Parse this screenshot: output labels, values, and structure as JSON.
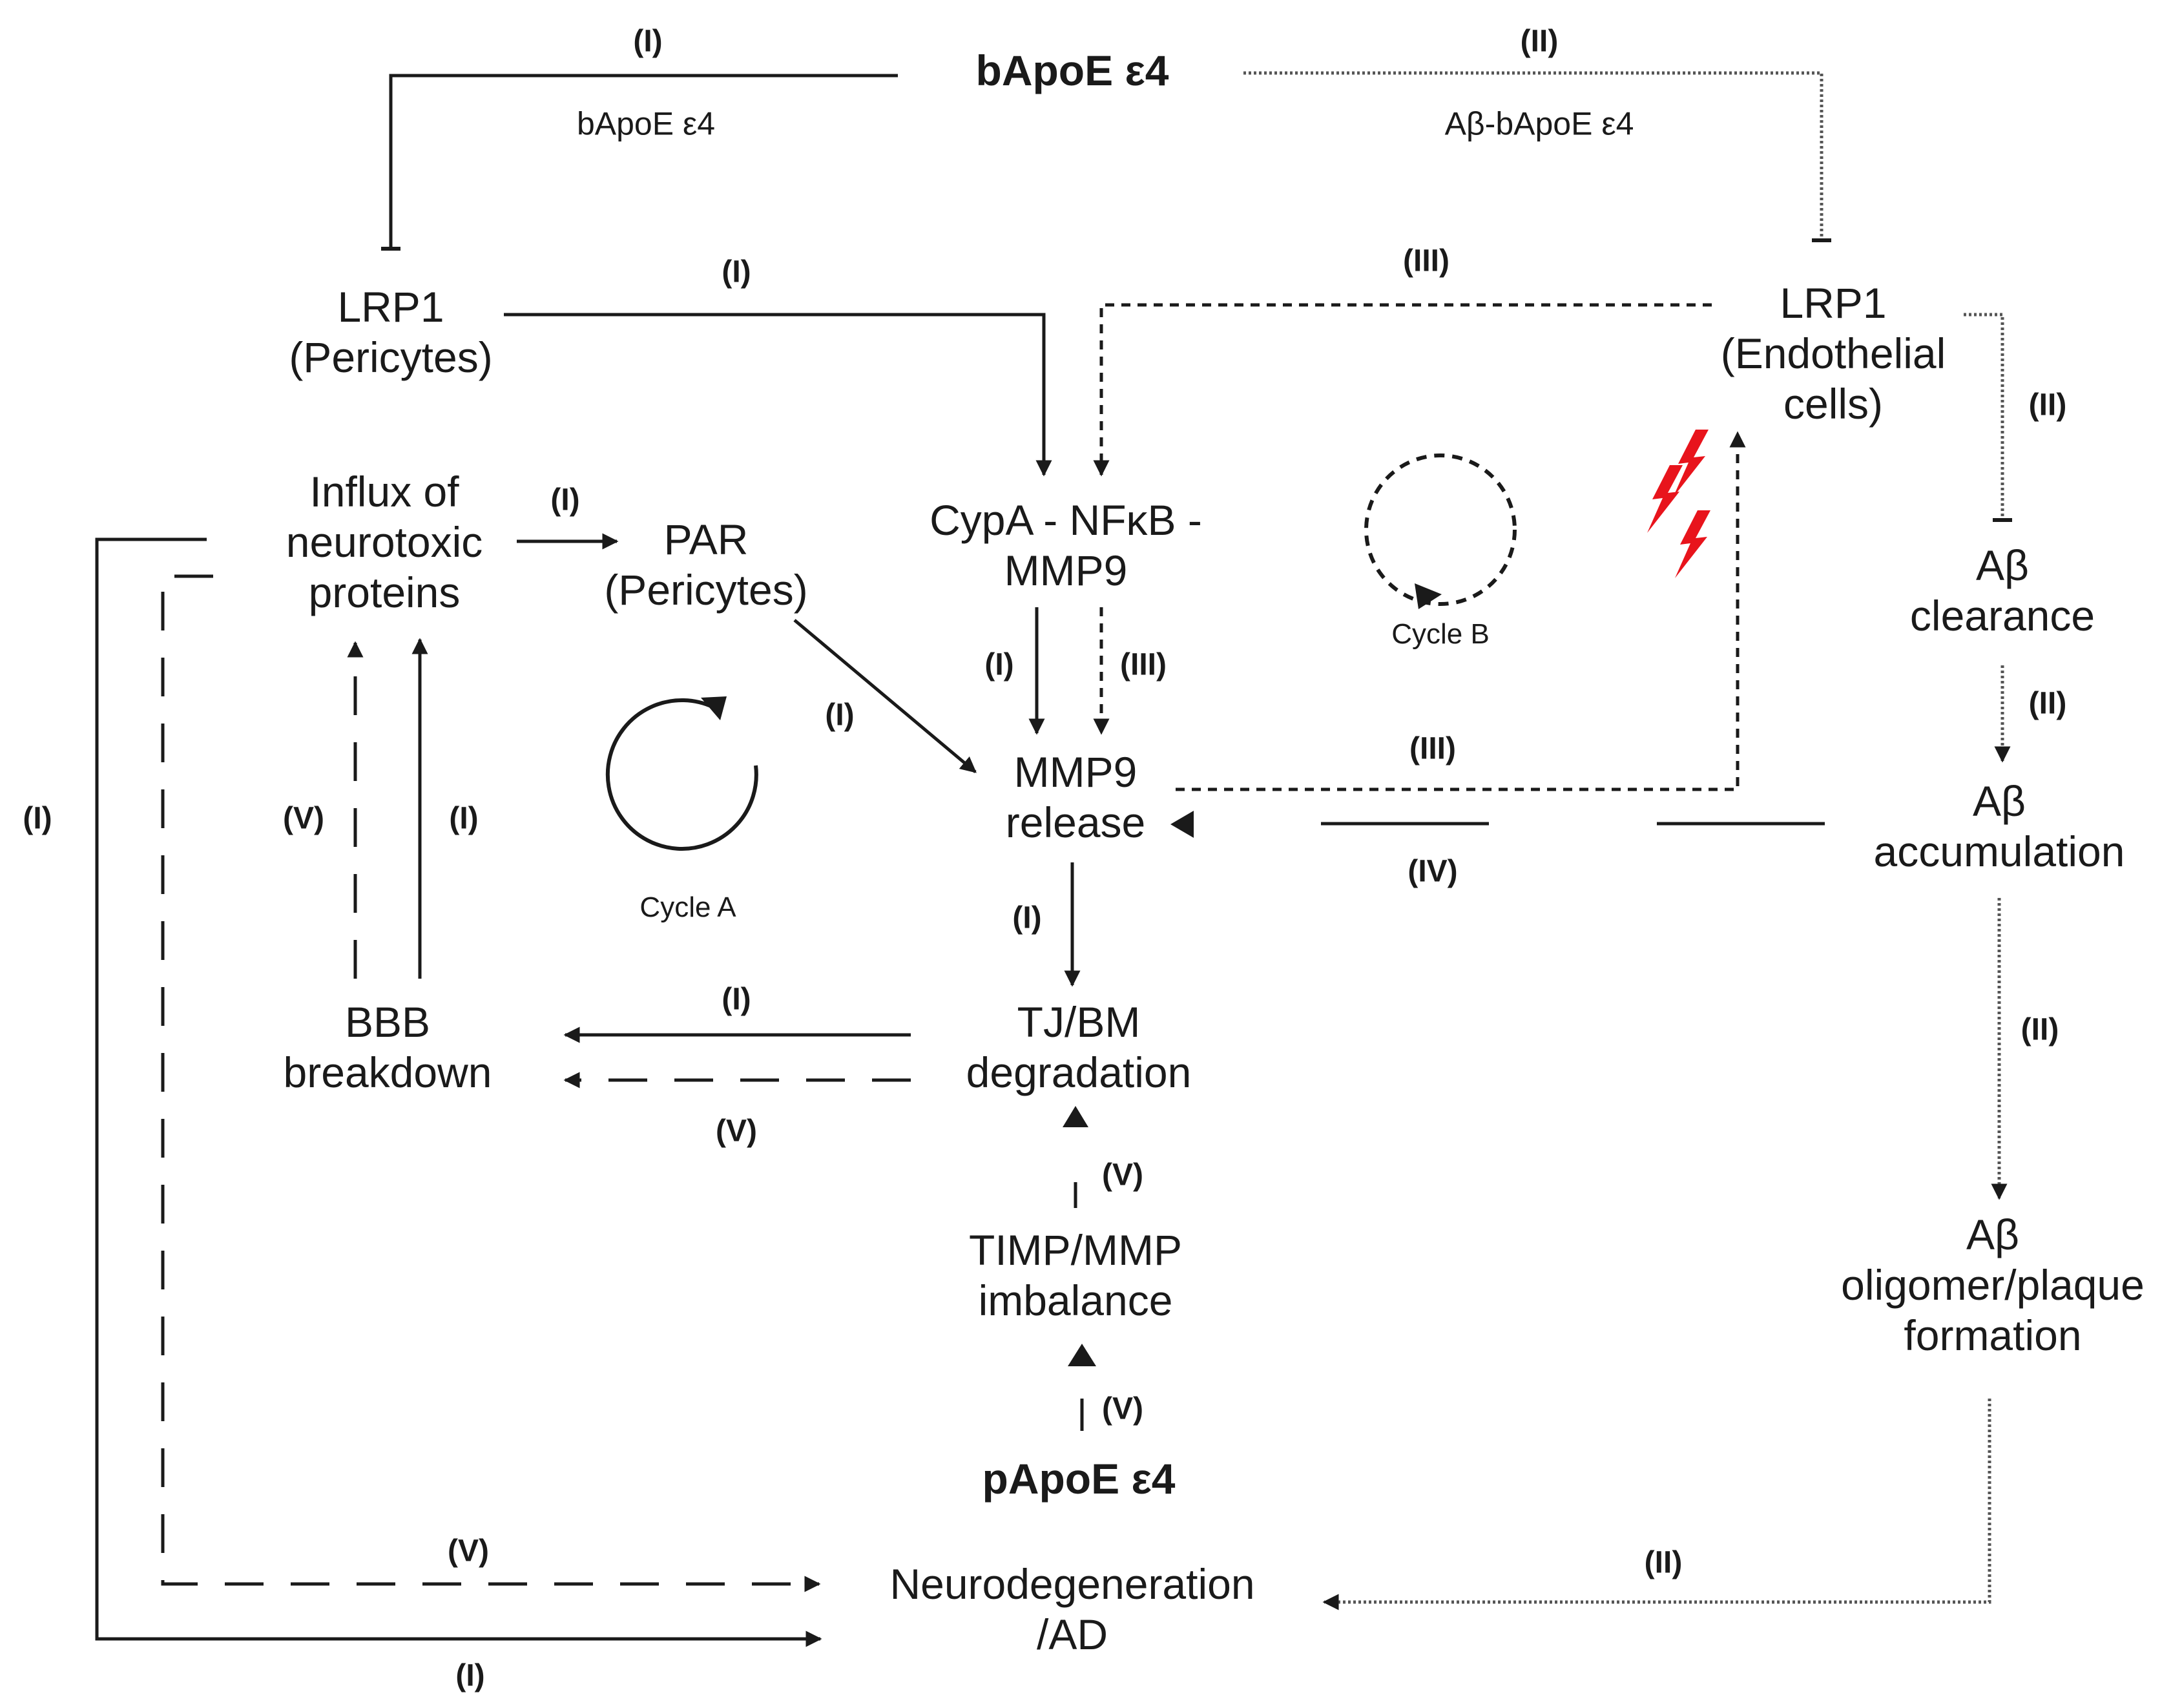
{
  "nodes": {
    "bapoe": "bApoE ε4",
    "papoe": "pApoE ε4",
    "lrp1_pericytes": "LRP1\n(Pericytes)",
    "lrp1_endothelial": "LRP1\n(Endothelial\ncells)",
    "influx": "Influx of\nneurotoxic\nproteins",
    "par": "PAR\n(Pericytes)",
    "cypa": "CypA - NFκB -\nMMP9",
    "mmp9_release": "MMP9\nrelease",
    "bbb": "BBB\nbreakdown",
    "tjbm": "TJ/BM\ndegradation",
    "timp": "TIMP/MMP\nimbalance",
    "neuro": "Neurodegeneration\n/AD",
    "ab_clearance": "Aβ\nclearance",
    "ab_accumulation": "Aβ\naccumulation",
    "ab_oligomer": "Aβ\noligomer/plaque\nformation"
  },
  "sublabels": {
    "bapoe_left": "bApoE ε4",
    "ab_bapoe": "Aβ-bApoE ε4"
  },
  "cycles": {
    "a": "Cycle A",
    "b": "Cycle B"
  },
  "pathways": {
    "I": "(I)",
    "II": "(II)",
    "III": "(III)",
    "IV": "(IV)",
    "V": "(V)"
  },
  "colors": {
    "ink": "#1a1a1a",
    "dotted": "#555555",
    "lightning": "#e8141c"
  }
}
